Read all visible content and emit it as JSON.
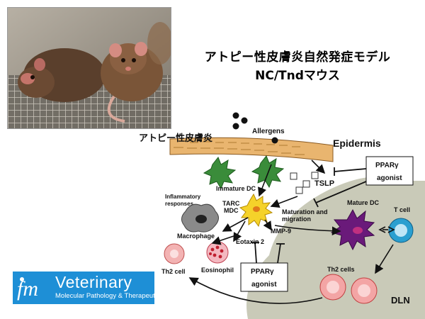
{
  "photo": {
    "subject": "NC/Tnd mice on wire mesh"
  },
  "title": {
    "line1": "アトピー性皮膚炎自然発症モデル",
    "line2": "NC/Tndマウス"
  },
  "diagram": {
    "disease_label": "アトピー性皮膚炎",
    "allergens": "Allergens",
    "epidermis": "Epidermis",
    "immature_dc": "Immature DC",
    "tslp": "TSLP",
    "pparg_top": "PPARγ",
    "agonist_top": "agonist",
    "inflammatory": "Inflammatory",
    "responses": "responses",
    "tarc": "TARC",
    "mdc": "MDC",
    "macrophage": "Macrophage",
    "maturation": "Maturation and",
    "migration": "migration",
    "mature_dc": "Mature DC",
    "t_cell": "T cell",
    "mmp9": "MMP-9",
    "eotaxin": "Eotaxin 2",
    "eosinophil": "Eosinophil",
    "th2_cell": "Th2 cell",
    "th2_cells": "Th2 cells",
    "pparg_bottom": "PPARγ",
    "agonist_bottom": "agonist",
    "dln": "DLN"
  },
  "logo": {
    "word": "Veterinary",
    "subtitle": "Molecular Pathology & Therapeutics"
  },
  "colors": {
    "logo_bg": "#1e8fd6",
    "dln_region": "#c9cab8",
    "dc_green": "#3a8c3a",
    "dc_yellow": "#f5d22a",
    "mature_dc": "#6a1a7a",
    "t_cell": "#2a9fd0",
    "th2_pink": "#f3b3b3",
    "macrophage": "#8a8a8a",
    "skin": "#e9b56f"
  }
}
